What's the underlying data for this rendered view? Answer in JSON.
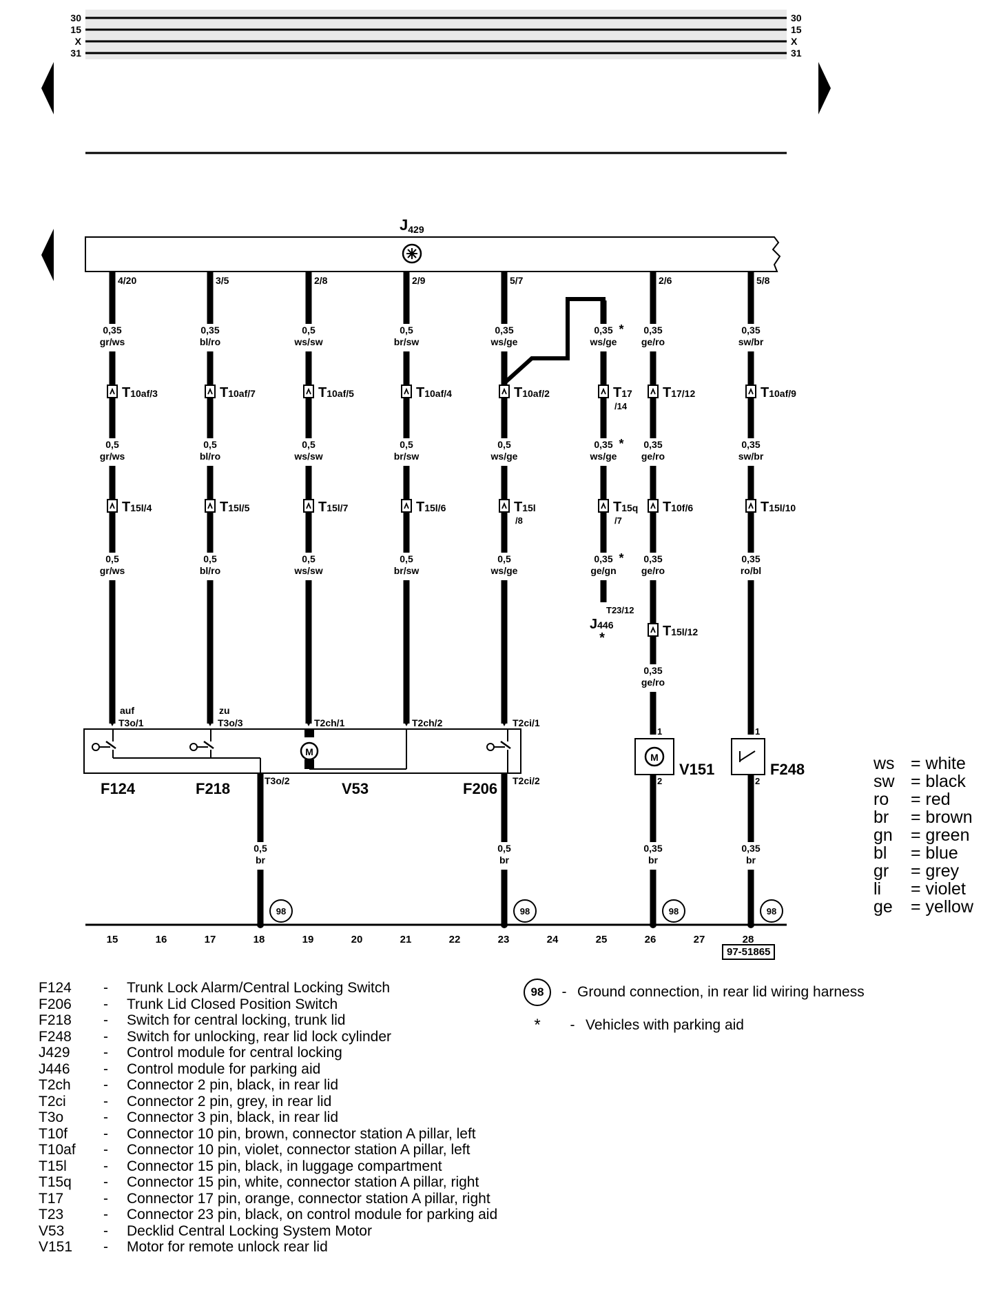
{
  "header_lines": {
    "labels": [
      "30",
      "15",
      "X",
      "31"
    ]
  },
  "module": {
    "name": "J",
    "sub": "429"
  },
  "wires": [
    {
      "id": "w15",
      "pin": "4/20",
      "s1": [
        "0,35",
        "gr/ws"
      ],
      "c1": "T10af/3",
      "s2": [
        "0,5",
        "gr/ws"
      ],
      "c2": "T15l/4",
      "s3": [
        "0,5",
        "gr/ws"
      ]
    },
    {
      "id": "w17",
      "pin": "3/5",
      "s1": [
        "0,35",
        "bl/ro"
      ],
      "c1": "T10af/7",
      "s2": [
        "0,5",
        "bl/ro"
      ],
      "c2": "T15l/5",
      "s3": [
        "0,5",
        "bl/ro"
      ]
    },
    {
      "id": "w19",
      "pin": "2/8",
      "s1": [
        "0,5",
        "ws/sw"
      ],
      "c1": "T10af/5",
      "s2": [
        "0,5",
        "ws/sw"
      ],
      "c2": "T15l/7",
      "s3": [
        "0,5",
        "ws/sw"
      ]
    },
    {
      "id": "w21",
      "pin": "2/9",
      "s1": [
        "0,5",
        "br/sw"
      ],
      "c1": "T10af/4",
      "s2": [
        "0,5",
        "br/sw"
      ],
      "c2": "T15l/6",
      "s3": [
        "0,5",
        "br/sw"
      ]
    },
    {
      "id": "w23",
      "pin": "5/7",
      "s1": [
        "0,35",
        "ws/ge"
      ],
      "c1": "T10af/2",
      "s2": [
        "0,5",
        "ws/ge"
      ],
      "c2": "T15l",
      "c2b": "/8",
      "s3": [
        "0,5",
        "ws/ge"
      ]
    },
    {
      "id": "w25",
      "s1": [
        "0,35",
        "ws/ge"
      ],
      "c1": "T17",
      "c1b": "/14",
      "s2": [
        "0,35",
        "ws/ge"
      ],
      "c2": "T15q",
      "c2b": "/7",
      "s3": [
        "0,35",
        "ge/gn"
      ],
      "end": "T23/12",
      "module": "J446"
    },
    {
      "id": "w26",
      "pin": "2/6",
      "s1": [
        "0,35",
        "ge/ro"
      ],
      "c1": "T17/12",
      "s2": [
        "0,35",
        "ge/ro"
      ],
      "c2": "T10f/6",
      "s3": [
        "0,35",
        "ge/ro"
      ],
      "c3": "T15l/12",
      "s4": [
        "0,35",
        "ge/ro"
      ]
    },
    {
      "id": "w28",
      "pin": "5/8",
      "s1": [
        "0,35",
        "sw/br"
      ],
      "c1": "T10af/9",
      "s2": [
        "0,35",
        "sw/br"
      ],
      "c2": "T15l/10",
      "s3": [
        "0,35",
        "ro/bl"
      ]
    }
  ],
  "component_terms": {
    "auf": "auf",
    "zu": "zu",
    "t3o1": "T3o/1",
    "t3o3": "T3o/3",
    "t2ch1": "T2ch/1",
    "t2ch2": "T2ch/2",
    "t2ci1": "T2ci/1",
    "t3o2": "T3o/2",
    "t2ci2": "T2ci/2",
    "one": "1",
    "two": "2"
  },
  "components": {
    "f124": "F124",
    "f218": "F218",
    "v53": "V53",
    "f206": "F206",
    "v151": "V151",
    "f248": "F248"
  },
  "ground_wires": {
    "g18": [
      "0,5",
      "br"
    ],
    "g23": [
      "0,5",
      "br"
    ],
    "g26": [
      "0,35",
      "br"
    ],
    "g28": [
      "0,35",
      "br"
    ],
    "ground_id": "98"
  },
  "track_numbers": [
    "15",
    "16",
    "17",
    "18",
    "19",
    "20",
    "21",
    "22",
    "23",
    "24",
    "25",
    "26",
    "27",
    "28"
  ],
  "reference": "97-51865",
  "color_codes": [
    {
      "abbr": "ws",
      "name": "= white"
    },
    {
      "abbr": "sw",
      "name": "= black"
    },
    {
      "abbr": "ro",
      "name": "= red"
    },
    {
      "abbr": "br",
      "name": "= brown"
    },
    {
      "abbr": "gn",
      "name": "= green"
    },
    {
      "abbr": "bl",
      "name": "= blue"
    },
    {
      "abbr": "gr",
      "name": "= grey"
    },
    {
      "abbr": "li",
      "name": "= violet"
    },
    {
      "abbr": "ge",
      "name": "= yellow"
    }
  ],
  "legend": [
    {
      "code": "F124",
      "desc": "Trunk Lock Alarm/Central Locking Switch"
    },
    {
      "code": "F206",
      "desc": "Trunk Lid Closed Position Switch"
    },
    {
      "code": "F218",
      "desc": "Switch for central locking, trunk lid"
    },
    {
      "code": "F248",
      "desc": "Switch for unlocking, rear lid lock cylinder"
    },
    {
      "code": "J429",
      "desc": "Control module for central locking"
    },
    {
      "code": "J446",
      "desc": "Control module for parking aid"
    },
    {
      "code": "T2ch",
      "desc": "Connector 2 pin, black, in rear lid"
    },
    {
      "code": "T2ci",
      "desc": "Connector 2 pin, grey, in rear lid"
    },
    {
      "code": "T3o",
      "desc": "Connector 3 pin, black, in rear lid"
    },
    {
      "code": "T10f",
      "desc": "Connector 10 pin, brown, connector station A pillar, left"
    },
    {
      "code": "T10af",
      "desc": "Connector 10 pin, violet, connector station A pillar, left"
    },
    {
      "code": "T15l",
      "desc": "Connector 15 pin, black, in luggage compartment"
    },
    {
      "code": "T15q",
      "desc": "Connector 15 pin, white, connector station A pillar, right"
    },
    {
      "code": "T17",
      "desc": "Connector 17 pin, orange, connector station A pillar, right"
    },
    {
      "code": "T23",
      "desc": "Connector 23 pin, black, on control module for parking aid"
    },
    {
      "code": "V53",
      "desc": "Decklid Central Locking System Motor"
    },
    {
      "code": "V151",
      "desc": "Motor for remote unlock rear lid"
    }
  ],
  "notes": [
    {
      "symbol": "98",
      "desc": "Ground connection, in rear lid wiring harness"
    },
    {
      "symbol": "*",
      "desc": "Vehicles with parking aid"
    }
  ],
  "dash": "-"
}
